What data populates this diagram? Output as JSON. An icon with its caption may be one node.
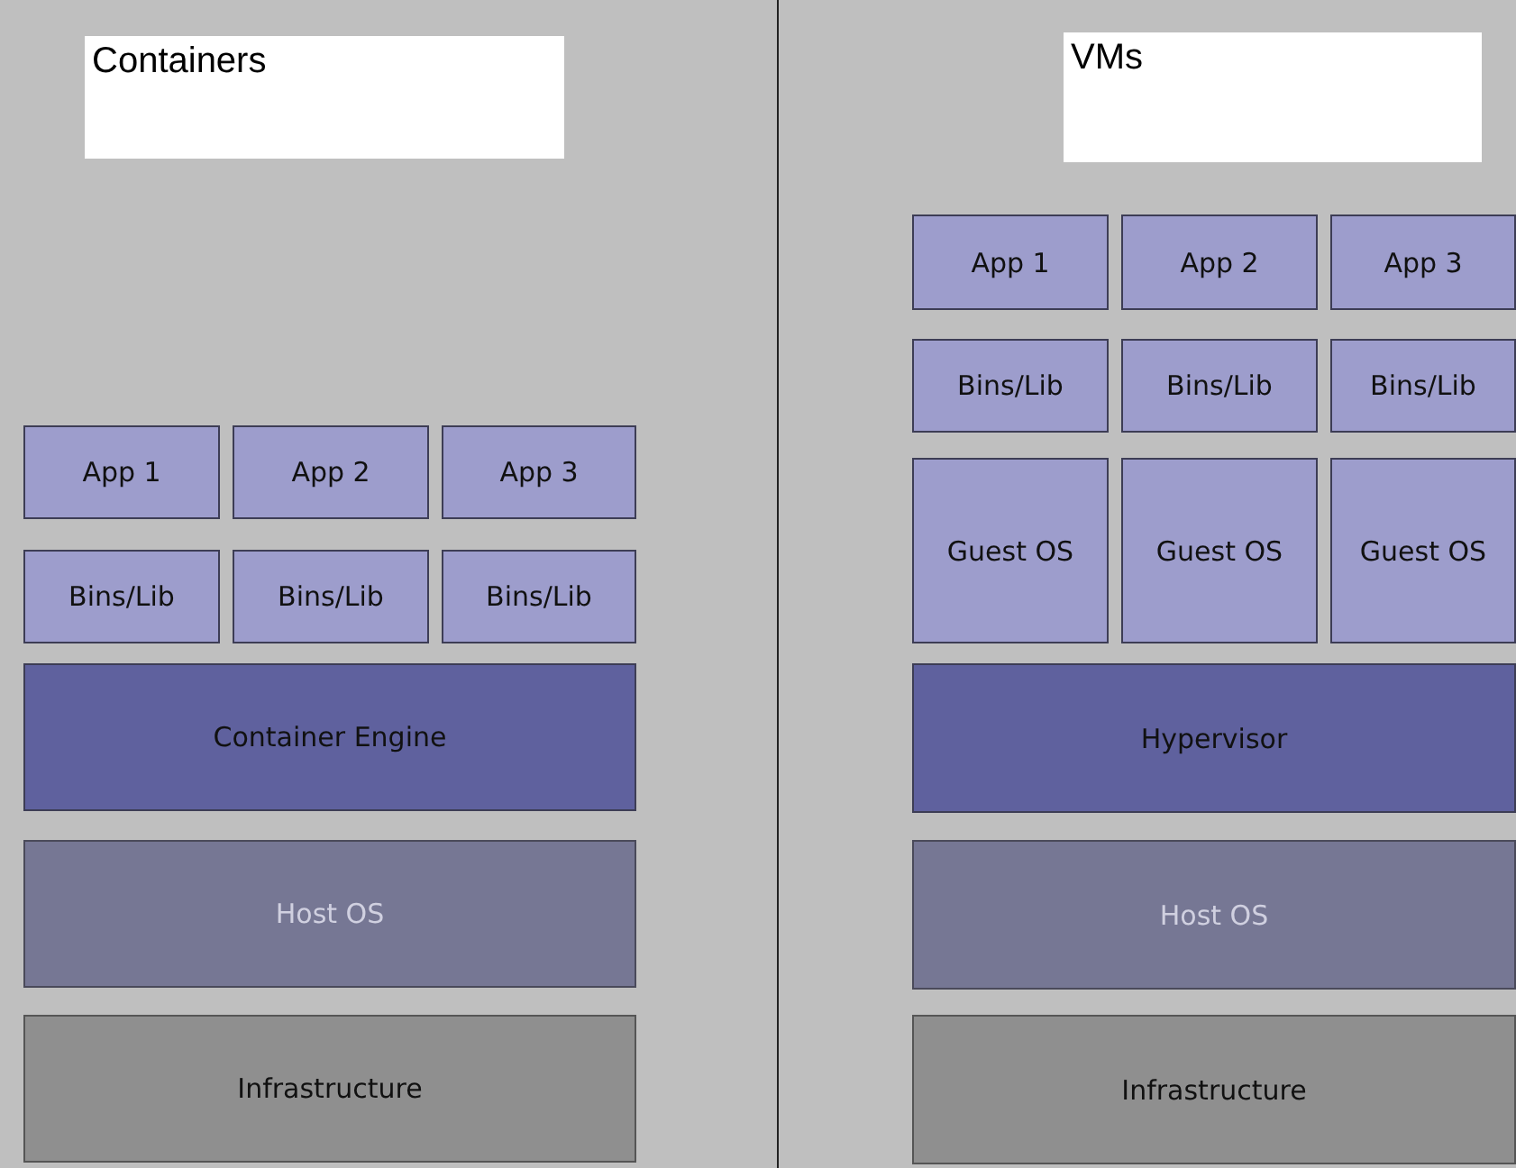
{
  "diagram": {
    "nodes": [
      {
        "text": [
          "Containers"
        ]
      },
      {
        "text": [
          "App 1"
        ]
      },
      {
        "text": [
          "App 2"
        ]
      },
      {
        "text": [
          "App 3"
        ]
      },
      {
        "text": [
          "Bins/Lib"
        ]
      },
      {
        "text": [
          "Bins/Lib"
        ]
      },
      {
        "text": [
          "Bins/Lib"
        ]
      },
      {
        "text": [
          "Container Engine"
        ]
      },
      {
        "text": [
          "Host OS"
        ]
      },
      {
        "text": [
          "Infrastructure"
        ]
      },
      {
        "text": [
          "VMs"
        ]
      },
      {
        "text": [
          "App 1"
        ]
      },
      {
        "text": [
          "App 2"
        ]
      },
      {
        "text": [
          "App 3"
        ]
      },
      {
        "text": [
          "Bins/Lib"
        ]
      },
      {
        "text": [
          "Bins/Lib"
        ]
      },
      {
        "text": [
          "Bins/Lib"
        ]
      },
      {
        "text": [
          "Guest OS"
        ]
      },
      {
        "text": [
          "Guest OS"
        ]
      },
      {
        "text": [
          "Guest OS"
        ]
      },
      {
        "text": [
          "Hypervisor"
        ]
      },
      {
        "text": [
          "Host OS"
        ]
      },
      {
        "text": [
          "Infrastructure"
        ]
      }
    ]
  }
}
